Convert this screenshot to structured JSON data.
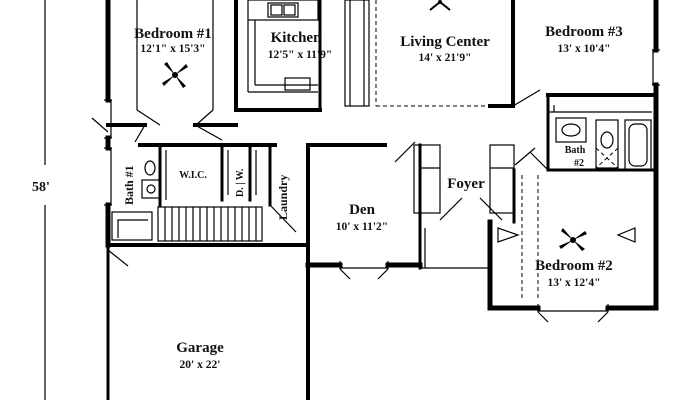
{
  "overall_dimension": "58'",
  "rooms": {
    "bedroom1": {
      "name": "Bedroom #1",
      "dims": "12'1\" x 15'3\""
    },
    "kitchen": {
      "name": "Kitchen",
      "dims": "12'5\" x 11'9\""
    },
    "living": {
      "name": "Living Center",
      "dims": "14' x 21'9\""
    },
    "bedroom3": {
      "name": "Bedroom #3",
      "dims": "13' x 10'4\""
    },
    "bath1": {
      "name": "Bath #1"
    },
    "wic": {
      "name": "W.I.C."
    },
    "dw": {
      "name": "D. | W."
    },
    "laundry": {
      "name": "Laundry"
    },
    "den": {
      "name": "Den",
      "dims": "10' x 11'2\""
    },
    "foyer": {
      "name": "Foyer"
    },
    "bath2": {
      "name": "Bath",
      "number": "#2"
    },
    "bedroom2": {
      "name": "Bedroom #2",
      "dims": "13' x 12'4\""
    },
    "garage": {
      "name": "Garage",
      "dims": "20' x 22'"
    }
  }
}
